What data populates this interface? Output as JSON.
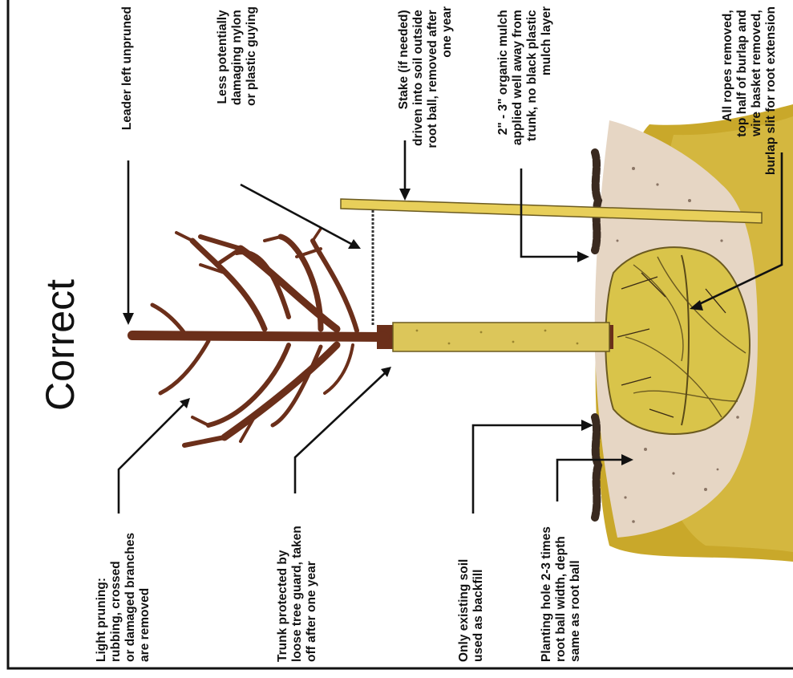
{
  "title": "Correct",
  "labels": {
    "leader": [
      "Leader left unpruned"
    ],
    "guying": [
      "Less potentially",
      "damaging nylon",
      "or plastic guying"
    ],
    "stake": [
      "Stake (if needed)",
      "driven into soil outside",
      "root ball, removed after",
      "one year"
    ],
    "mulch": [
      "2\" - 3\" organic mulch",
      "applied well away from",
      "trunk, no black plastic",
      "mulch layer"
    ],
    "ropes": [
      "All ropes removed,",
      "top half of burlap and",
      "wire basket removed,",
      "burlap slit for root extension"
    ],
    "pruning": [
      "Light pruning:",
      "rubbing, crossed",
      "or damaged branches",
      "are removed"
    ],
    "trunk": [
      "Trunk protected by",
      "loose tree guard, taken",
      "off after one year"
    ],
    "soil": [
      "Only existing soil",
      "used as backfill"
    ],
    "hole": [
      "Planting hole 2-3 times",
      "root ball width, depth",
      "same as root ball"
    ]
  },
  "colors": {
    "branch": "#6b2f1a",
    "stake": "#e8cf5a",
    "guard": "#dcc65a",
    "rootball": "#d9c44a",
    "soil": "#e6d6c4",
    "grass": "#c9a82a",
    "mulch": "#3a2a20"
  }
}
